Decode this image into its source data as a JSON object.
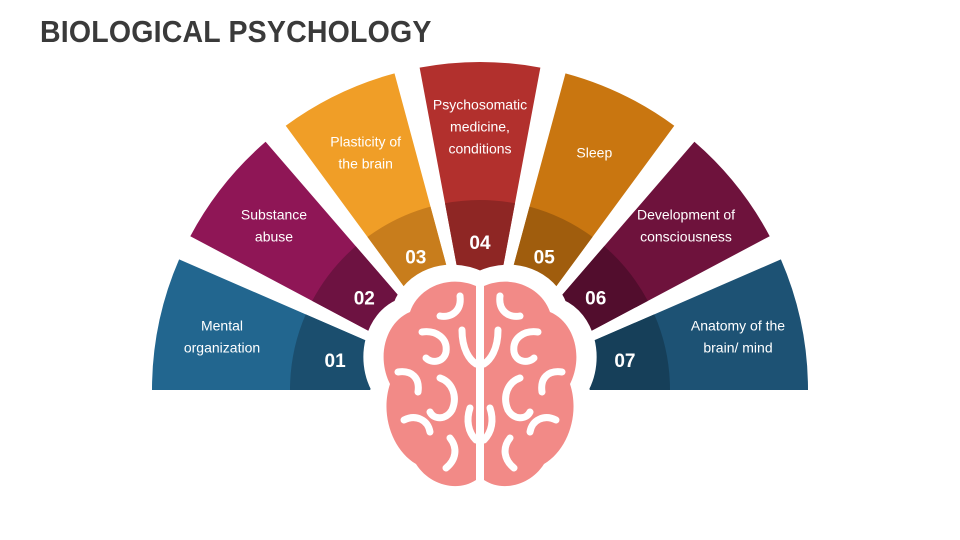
{
  "title": "BIOLOGICAL PSYCHOLOGY",
  "segments": [
    {
      "number": "01",
      "lines": [
        "Mental",
        "organization"
      ],
      "color": "#22668f",
      "dark": "#1b4e6e"
    },
    {
      "number": "02",
      "lines": [
        "Substance",
        "abuse"
      ],
      "color": "#8f1656",
      "dark": "#6d1241"
    },
    {
      "number": "03",
      "lines": [
        "Plasticity of",
        "the brain"
      ],
      "color": "#f09e27",
      "dark": "#c87d1c"
    },
    {
      "number": "04",
      "lines": [
        "Psychosomatic",
        "medicine,",
        "conditions"
      ],
      "color": "#b2302d",
      "dark": "#8e2624"
    },
    {
      "number": "05",
      "lines": [
        "Sleep"
      ],
      "color": "#c97610",
      "dark": "#a05d0d"
    },
    {
      "number": "06",
      "lines": [
        "Development of",
        "consciousness"
      ],
      "color": "#6e123c",
      "dark": "#520d2d"
    },
    {
      "number": "07",
      "lines": [
        "Anatomy of the",
        "brain/ mind"
      ],
      "color": "#1d5274",
      "dark": "#163f59"
    }
  ],
  "brain": {
    "fill": "#f28a87",
    "outline": "#ffffff"
  }
}
